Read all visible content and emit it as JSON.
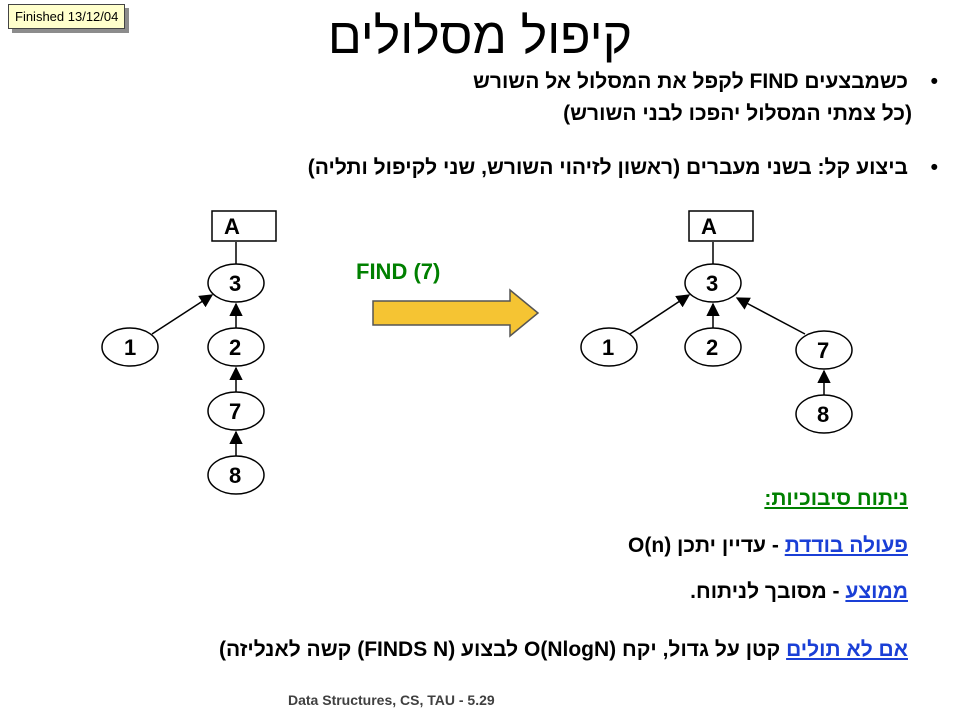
{
  "badge": "Finished 13/12/04",
  "title": "קיפול מסלולים",
  "bullets": {
    "b1_line1": "כשמבצעים FIND לקפל את המסלול אל השורש",
    "b1_line2": "(כל צמתי המסלול יהפכו לבני השורש)",
    "b2": "ביצוע קל: בשני מעברים (ראשון לזיהוי השורש, שני לקיפול ותליה)"
  },
  "operation_label": "FIND (7)",
  "left_tree": {
    "root": "A",
    "nodes": {
      "n3": "3",
      "n1": "1",
      "n2": "2",
      "n7": "7",
      "n8": "8"
    }
  },
  "right_tree": {
    "root": "A",
    "nodes": {
      "n3": "3",
      "n1": "1",
      "n2": "2",
      "n7": "7",
      "n8": "8"
    }
  },
  "analysis": {
    "heading": "ניתוח סיבוכיות:",
    "single_op_link": "פעולה בודדת",
    "single_op_text": " - עדיין יתכן O(n)",
    "amortized_link": "ממוצע",
    "amortized_text": " - מסובך לניתוח.",
    "no_hang_link": "אם לא תולים",
    "no_hang_text": " קטן על גדול, יקח O(NlogN) לבצוע (FINDS N) קשה לאנליזה)"
  },
  "colors": {
    "arrow_fill": "#f5c433",
    "green": "#008000",
    "link_blue": "#1a3fd6"
  },
  "footer": "Data Structures, CS, TAU - 5.29"
}
